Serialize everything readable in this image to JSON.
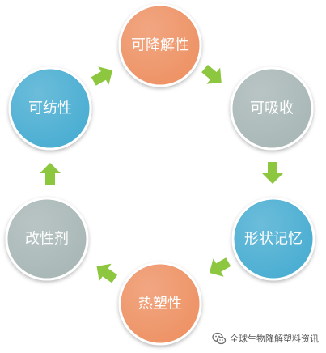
{
  "diagram": {
    "type": "cycle",
    "nodes": [
      {
        "id": "top",
        "label": "可降解性",
        "color": "#EE9366"
      },
      {
        "id": "upper-right",
        "label": "可吸收",
        "color": "#A9B8B7"
      },
      {
        "id": "lower-right",
        "label": "形状记忆",
        "color": "#4BAED2"
      },
      {
        "id": "bottom",
        "label": "热塑性",
        "color": "#EE9366"
      },
      {
        "id": "lower-left",
        "label": "改性剂",
        "color": "#A9B8B7"
      },
      {
        "id": "upper-left",
        "label": "可纺性",
        "color": "#4BAED2"
      }
    ],
    "arrow_color": "#8DC63F"
  },
  "watermark": {
    "text": "全球生物降解塑料资讯",
    "icon": "wechat-logo-icon"
  }
}
